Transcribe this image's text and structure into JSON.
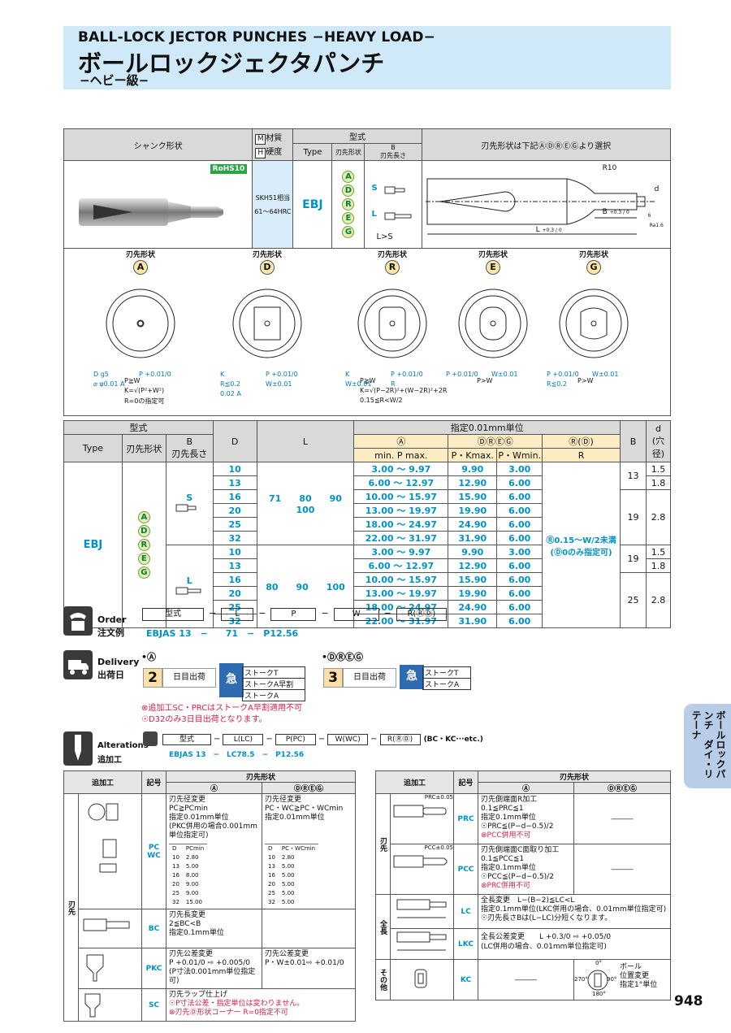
{
  "header": {
    "title_en": "BALL-LOCK JECTOR PUNCHES −HEAVY LOAD−",
    "title_jp": "ボールロックジェクタパンチ",
    "subtitle": "−ヘビー級−"
  },
  "spec": {
    "shank_shape": "シャンク形状",
    "m_label": "M",
    "m_text": "材質",
    "h_label": "H",
    "h_text": "硬度",
    "type_header": "型式",
    "type": "Type",
    "tip_shape": "刃先形状",
    "tip_b_top": "B",
    "tip_length": "刃先長さ",
    "select_note": "刃先形状は下記ⒶⒹⓇⒺⒼより選択",
    "rohs": "RoHS10",
    "material": "SKH51相当",
    "hardness": "61～64HRC",
    "type_value": "EBJ",
    "shapes": [
      "A",
      "D",
      "R",
      "E",
      "G"
    ],
    "len_s": "S",
    "len_l": "L",
    "len_rel": "L>S",
    "dim_r10": "R10",
    "dim_d": "d",
    "dim_b": "B",
    "dim_b_tol": "+0.3 / 0",
    "dim_l": "L",
    "dim_l_tol": "+0.3 / 0",
    "dim_ra": "Ra1.6",
    "dim_6": "6"
  },
  "shapes_detail": [
    {
      "label": "刃先形状",
      "code": "A",
      "notes": [
        "P≧W",
        "K=√(P²+W²)",
        "R=0の指定可"
      ],
      "dims": [
        "D g5",
        "P +0.01/0",
        "⌀ φ0.01 A"
      ]
    },
    {
      "label": "刃先形状",
      "code": "D",
      "notes": [],
      "dims": [
        "K",
        "P +0.01/0",
        "R≦0.2",
        "W±0.01",
        "0.02 A"
      ]
    },
    {
      "label": "刃先形状",
      "code": "R",
      "notes": [
        "P≧W",
        "K=√(P−2R)²+(W−2R)²+2R",
        "0.15≦R<W/2"
      ],
      "dims": [
        "K",
        "P +0.01/0",
        "W±0.01",
        "R"
      ]
    },
    {
      "label": "刃先形状",
      "code": "E",
      "notes": [
        "P>W"
      ],
      "dims": [
        "P +0.01/0",
        "W±0.01"
      ]
    },
    {
      "label": "刃先形状",
      "code": "G",
      "notes": [
        "P>W"
      ],
      "dims": [
        "P +0.01/0",
        "W±0.01",
        "R≦0.2"
      ]
    }
  ],
  "main_table": {
    "h_type": "型式",
    "h_type_en": "Type",
    "h_shape": "刃先形状",
    "h_b": "B",
    "h_b_len": "刃先長さ",
    "h_d": "D",
    "h_l": "L",
    "h_spec": "指定0.01mm単位",
    "h_a": "Ⓐ",
    "h_dreg": "ⒹⓇⒺⒼ",
    "h_rd": "Ⓡ(Ⓓ)",
    "h_pmin": "min. P max.",
    "h_pk": "P・Kmax.",
    "h_pw": "P・Wmin.",
    "h_r": "R",
    "h_bcol": "B",
    "h_dcol": "d",
    "h_dcol2": "(穴径)",
    "type": "EBJ",
    "s": "S",
    "l": "L",
    "l_values_s": "71　　80　　90　　100",
    "l_values_l": "80　　90　　100",
    "r_note_1": "Ⓡ0.15～W/2未満",
    "r_note_2": "(Ⓓ0のみ指定可)",
    "rows_s": [
      {
        "D": "10",
        "pmin": "3.00",
        "pmax": "9.97",
        "pk": "9.90",
        "pw": "3.00"
      },
      {
        "D": "13",
        "pmin": "6.00",
        "pmax": "12.97",
        "pk": "12.90",
        "pw": "6.00"
      },
      {
        "D": "16",
        "pmin": "10.00",
        "pmax": "15.97",
        "pk": "15.90",
        "pw": "6.00"
      },
      {
        "D": "20",
        "pmin": "13.00",
        "pmax": "19.97",
        "pk": "19.90",
        "pw": "6.00"
      },
      {
        "D": "25",
        "pmin": "18.00",
        "pmax": "24.97",
        "pk": "24.90",
        "pw": "6.00"
      },
      {
        "D": "32",
        "pmin": "22.00",
        "pmax": "31.97",
        "pk": "31.90",
        "pw": "6.00"
      }
    ],
    "rows_l": [
      {
        "D": "10",
        "pmin": "3.00",
        "pmax": "9.97",
        "pk": "9.90",
        "pw": "3.00"
      },
      {
        "D": "13",
        "pmin": "6.00",
        "pmax": "12.97",
        "pk": "12.90",
        "pw": "6.00"
      },
      {
        "D": "16",
        "pmin": "10.00",
        "pmax": "15.97",
        "pk": "15.90",
        "pw": "6.00"
      },
      {
        "D": "20",
        "pmin": "13.00",
        "pmax": "19.97",
        "pk": "19.90",
        "pw": "6.00"
      },
      {
        "D": "25",
        "pmin": "18.00",
        "pmax": "24.97",
        "pk": "24.90",
        "pw": "6.00"
      },
      {
        "D": "32",
        "pmin": "22.00",
        "pmax": "31.97",
        "pk": "31.90",
        "pw": "6.00"
      }
    ],
    "bd_s": [
      {
        "B": "13",
        "d": [
          "1.5",
          "1.8"
        ]
      },
      {
        "B": "19",
        "d": [
          "2.8"
        ]
      }
    ],
    "bd_l": [
      {
        "B": "19",
        "d": [
          "1.5",
          "1.8"
        ]
      },
      {
        "B": "25",
        "d": [
          "2.8"
        ]
      }
    ]
  },
  "order": {
    "title_en": "Order",
    "title_jp": "注文例",
    "fields": [
      "型式",
      "L",
      "P",
      "W",
      "R(ⓇⒹ)"
    ],
    "dash": "−",
    "example": "EBJAS 13　−　　71　−　P12.56"
  },
  "delivery": {
    "title_en": "Delivery",
    "title_jp": "出荷日",
    "a_label": "•Ⓐ",
    "a_days": "2",
    "a_text": "日目出荷",
    "kyu": "急",
    "a_opts": [
      "ストークT",
      "ストークA早割",
      "ストークA"
    ],
    "dreg_label": "•ⒹⓇⒺⒼ",
    "dreg_days": "3",
    "dreg_text": "日目出荷",
    "dreg_opts": [
      "ストークT",
      "ストークA"
    ],
    "note1": "⊗追加工SC・PRCはストークA早割適用不可",
    "note2": "☉D32のみ3日目出荷となります。"
  },
  "alterations": {
    "title_en": "Alterations",
    "title_jp": "追加工",
    "fields": [
      "型式",
      "L(LC)",
      "P(PC)",
      "W(WC)",
      "R(ⓇⒹ)"
    ],
    "tail": "(BC・KC···etc.)",
    "example": "EBJAS 13　−　LC78.5　−　P12.56"
  },
  "alt_left": {
    "h_alt": "追加工",
    "h_code": "記号",
    "h_shape": "刃先形状",
    "h_a": "Ⓐ",
    "h_dreg": "ⒹⓇⒺⒼ",
    "side": "刃先",
    "rows": [
      {
        "code": "PC\nWC",
        "a": [
          "刃先径変更",
          "PC≧PCmin",
          "指定0.01mm単位",
          "(PKC併用の場合0.001mm",
          "単位指定可)"
        ],
        "dreg": [
          "刃先径変更",
          "PC・WC≧PC・WCmin",
          "指定0.01mm単位"
        ],
        "a_tbl_h": [
          "D",
          "PCmin"
        ],
        "a_tbl": [
          [
            "10",
            "2.80"
          ],
          [
            "13",
            "5.00"
          ],
          [
            "16",
            "8.00"
          ],
          [
            "20",
            "9.00"
          ],
          [
            "25",
            "9.00"
          ],
          [
            "32",
            "15.00"
          ]
        ],
        "d_tbl_h": [
          "D",
          "PC・WCmin"
        ],
        "d_tbl": [
          [
            "10",
            "2.80"
          ],
          [
            "13",
            "5.00"
          ],
          [
            "16",
            "5.00"
          ],
          [
            "20",
            "5.00"
          ],
          [
            "25",
            "5.00"
          ],
          [
            "32",
            "5.00"
          ]
        ]
      },
      {
        "code": "BC",
        "a": [
          "刃先長変更",
          "2≦BC<B",
          "指定0.1mm単位"
        ],
        "dreg": []
      },
      {
        "code": "PKC",
        "a": [
          "刃先公差変更",
          "P +0.01/0 ⇨ +0.005/0",
          "(P寸法0.001mm単位指定可)"
        ],
        "dreg": [
          "刃先公差変更",
          "P・W±0.01⇨ +0.01/0"
        ]
      },
      {
        "code": "SC",
        "a": [
          "刃先ラップ仕上げ",
          "☉P寸法公差・指定単位は変わりません。",
          "⊗刃先Ⓓ形状コーナー R=0指定不可"
        ],
        "dreg": []
      }
    ]
  },
  "alt_right": {
    "h_alt": "追加工",
    "h_code": "記号",
    "h_shape": "刃先形状",
    "h_a": "Ⓐ",
    "h_dreg": "ⒹⓇⒺⒼ",
    "side1": "刃先",
    "side2": "全長",
    "side3": "その他",
    "rows": [
      {
        "code": "PRC",
        "fig": "PRC±0.05",
        "a": [
          "刃先側端面R加工",
          "0.1≦PRC≦1",
          "指定0.1mm単位",
          "☉PRC≦(P−d−0.5)/2",
          "⊗PCC併用不可"
        ]
      },
      {
        "code": "PCC",
        "fig": "PCC±0.05",
        "a": [
          "刃先側端面C面取り加工",
          "0.1≦PCC≦1",
          "指定0.1mm単位",
          "☉PCC≦(P−d−0.5)/2",
          "⊗PRC併用不可"
        ]
      },
      {
        "code": "LC",
        "a": [
          "全長変更　L−(B−2)≦LC<L",
          "指定0.1mm単位(LKC併用の場合、0.01mm単位指定可)",
          "☉刃先長さBは(L−LC)分短くなります。"
        ]
      },
      {
        "code": "LKC",
        "a": [
          "全長公差変更　　L +0.3/0 ⇨ +0.05/0",
          "(LC併用の場合、0.01mm単位指定可)"
        ]
      },
      {
        "code": "KC",
        "a": [
          "ボール",
          "位置変更",
          "指定1°単位"
        ],
        "angles": [
          "0°",
          "90°",
          "180°",
          "270°"
        ]
      }
    ],
    "dash": "―――"
  },
  "side_tab": "ボールロックパンチ　ダイ・リテーナ",
  "page_number": "948"
}
